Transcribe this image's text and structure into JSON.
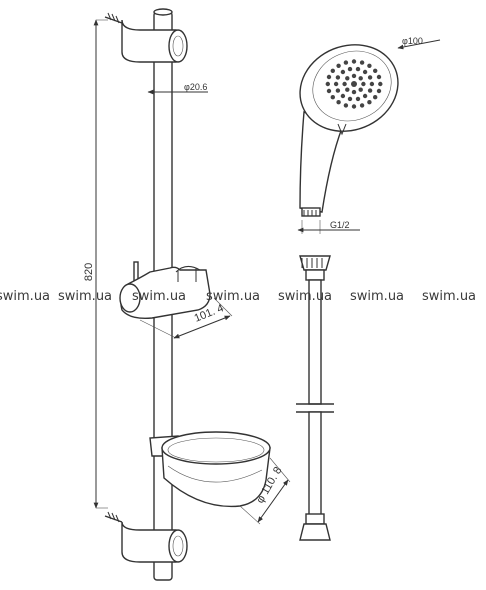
{
  "dimensions": {
    "height": "820",
    "rail_diameter": "φ20.6",
    "slider_length": "101. 4",
    "soap_dish_diameter": "φ 110. 8",
    "handshower_diameter": "φ100",
    "thread": "G1/2"
  },
  "watermark": {
    "labels": [
      "swim.ua",
      "swim.ua",
      "swim.ua",
      "swim.ua",
      "swim.ua",
      "swim.ua",
      "swim.ua"
    ]
  }
}
